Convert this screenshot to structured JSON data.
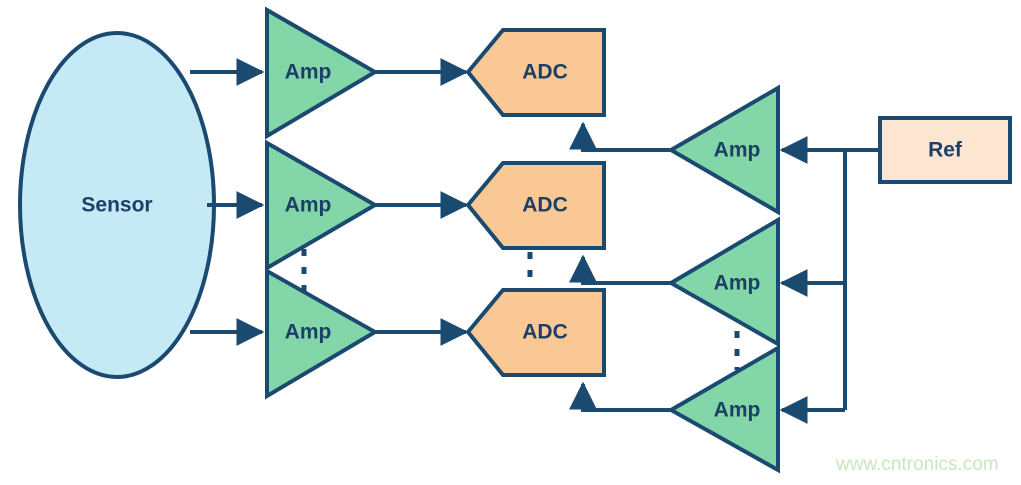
{
  "diagram": {
    "title": "Multi-channel sensor signal chain block diagram",
    "colors": {
      "outline": "#1b4a70",
      "text": "#1b3f66",
      "sensor_fill": "#c5e9f5",
      "amp_fill": "#82d6a8",
      "adc_fill": "#f9c894",
      "ref_fill": "#fce6d2",
      "watermark": "#cbe6bd",
      "background": "#ffffff"
    },
    "sensor": {
      "label": "Sensor"
    },
    "input_amps": [
      {
        "label": "Amp"
      },
      {
        "label": "Amp"
      },
      {
        "label": "Amp"
      }
    ],
    "adcs": [
      {
        "label": "ADC"
      },
      {
        "label": "ADC"
      },
      {
        "label": "ADC"
      }
    ],
    "reference_amps": [
      {
        "label": "Amp"
      },
      {
        "label": "Amp"
      },
      {
        "label": "Amp"
      }
    ],
    "reference": {
      "label": "Ref"
    },
    "ellipsis_markers": [
      "amp-column-ellipsis",
      "adc-column-ellipsis",
      "ref-amp-column-ellipsis"
    ],
    "watermark": {
      "text": "www.cntronics.com"
    }
  }
}
